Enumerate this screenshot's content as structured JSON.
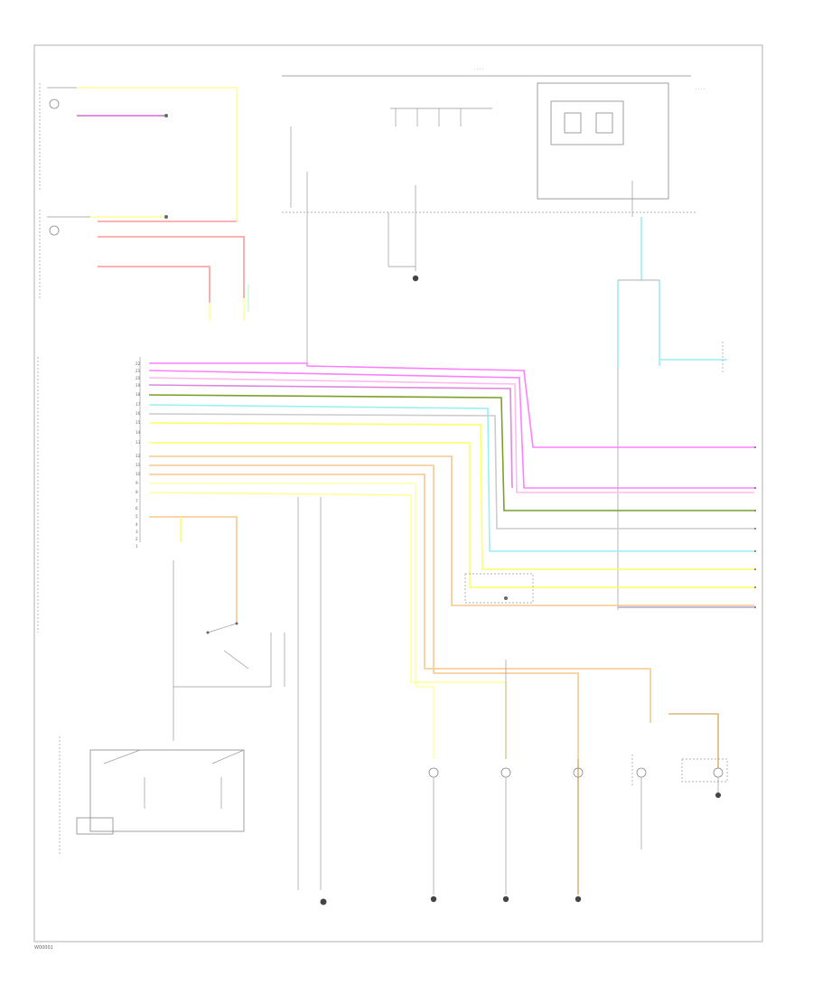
{
  "colors": {
    "yel_blk": "#ffff99",
    "brn_wht": "#d66bd6",
    "red": "#ff9999",
    "wht": "#f2f2f2",
    "pink": "#ff80ff",
    "grn_yel": "#7aa02a",
    "lt_blu": "#99f0f0",
    "yellow": "#ffff66",
    "orange": "#f5c98a",
    "tan": "#d9b57a",
    "dk_blu": "#aaaadd",
    "gray": "#999999"
  },
  "connector_pins": [
    "22",
    "21",
    "20",
    "19",
    "18",
    "17",
    "16",
    "15",
    "14",
    "13",
    "12",
    "11",
    "10",
    "9",
    "8",
    "7",
    "6",
    "5",
    "4",
    "3",
    "2",
    "1"
  ],
  "page_code": "W00001"
}
